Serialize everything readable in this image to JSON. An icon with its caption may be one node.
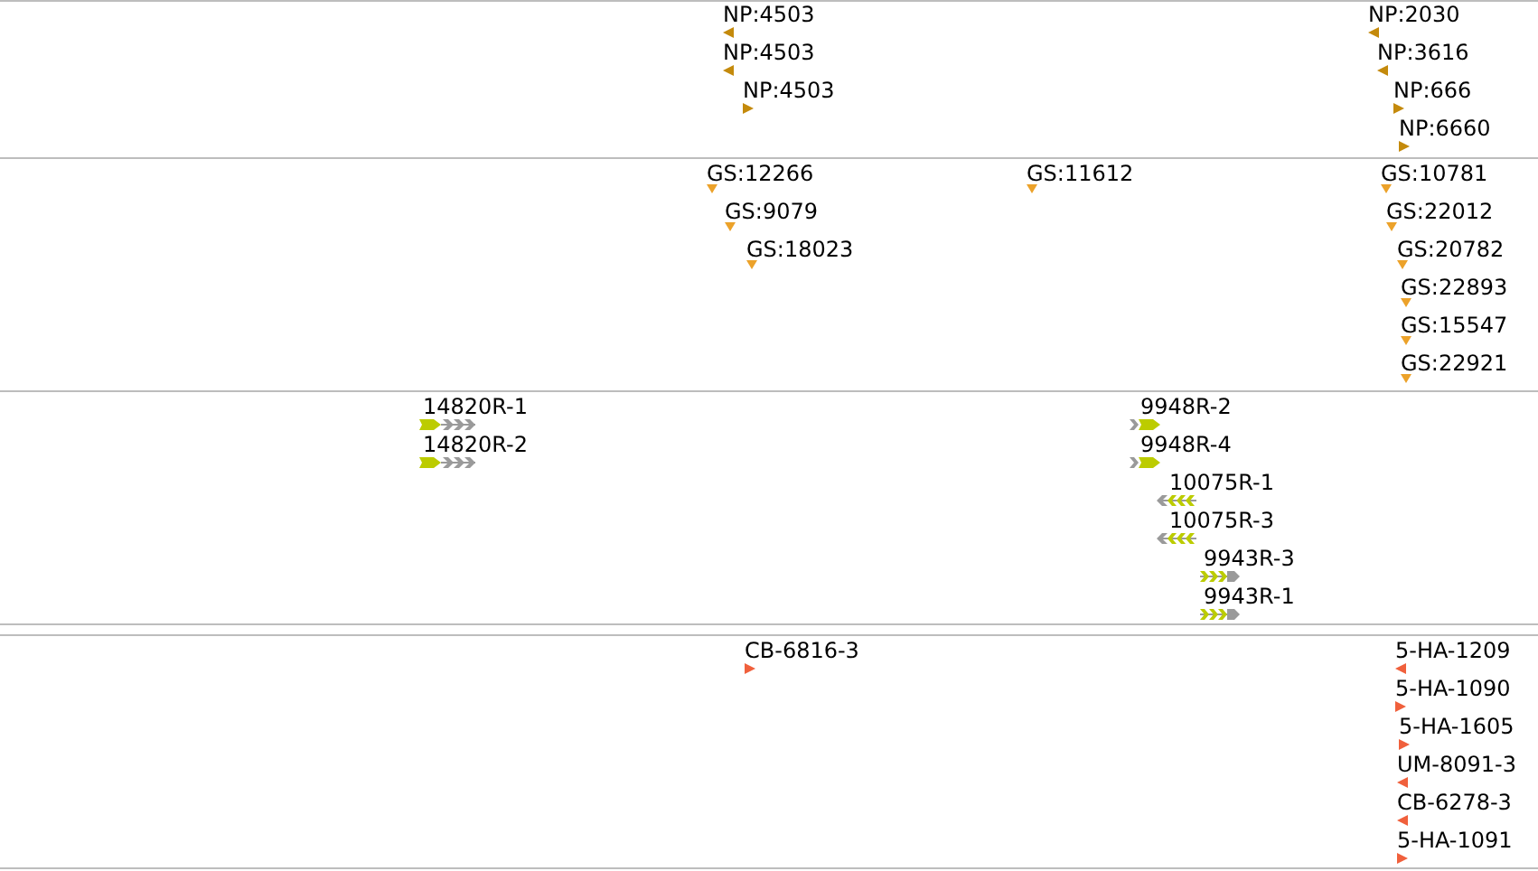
{
  "diagram": {
    "labels": [
      "NP:4503",
      "NP:2030",
      "NP:4503",
      "NP:3616",
      "NP:4503",
      "NP:666",
      "NP:6660",
      "GS:12266",
      "GS:11612",
      "GS:10781",
      "GS:9079",
      "GS:22012",
      "GS:18023",
      "GS:20782",
      "GS:22893",
      "GS:15547",
      "GS:22921",
      "14820R-1",
      "9948R-2",
      "14820R-2",
      "9948R-4",
      "10075R-1",
      "10075R-3",
      "9943R-3",
      "9943R-1",
      "CB-6816-3",
      "5-HA-1209",
      "5-HA-1090",
      "5-HA-1605",
      "UM-8091-3",
      "CB-6278-3",
      "5-HA-1091"
    ]
  }
}
